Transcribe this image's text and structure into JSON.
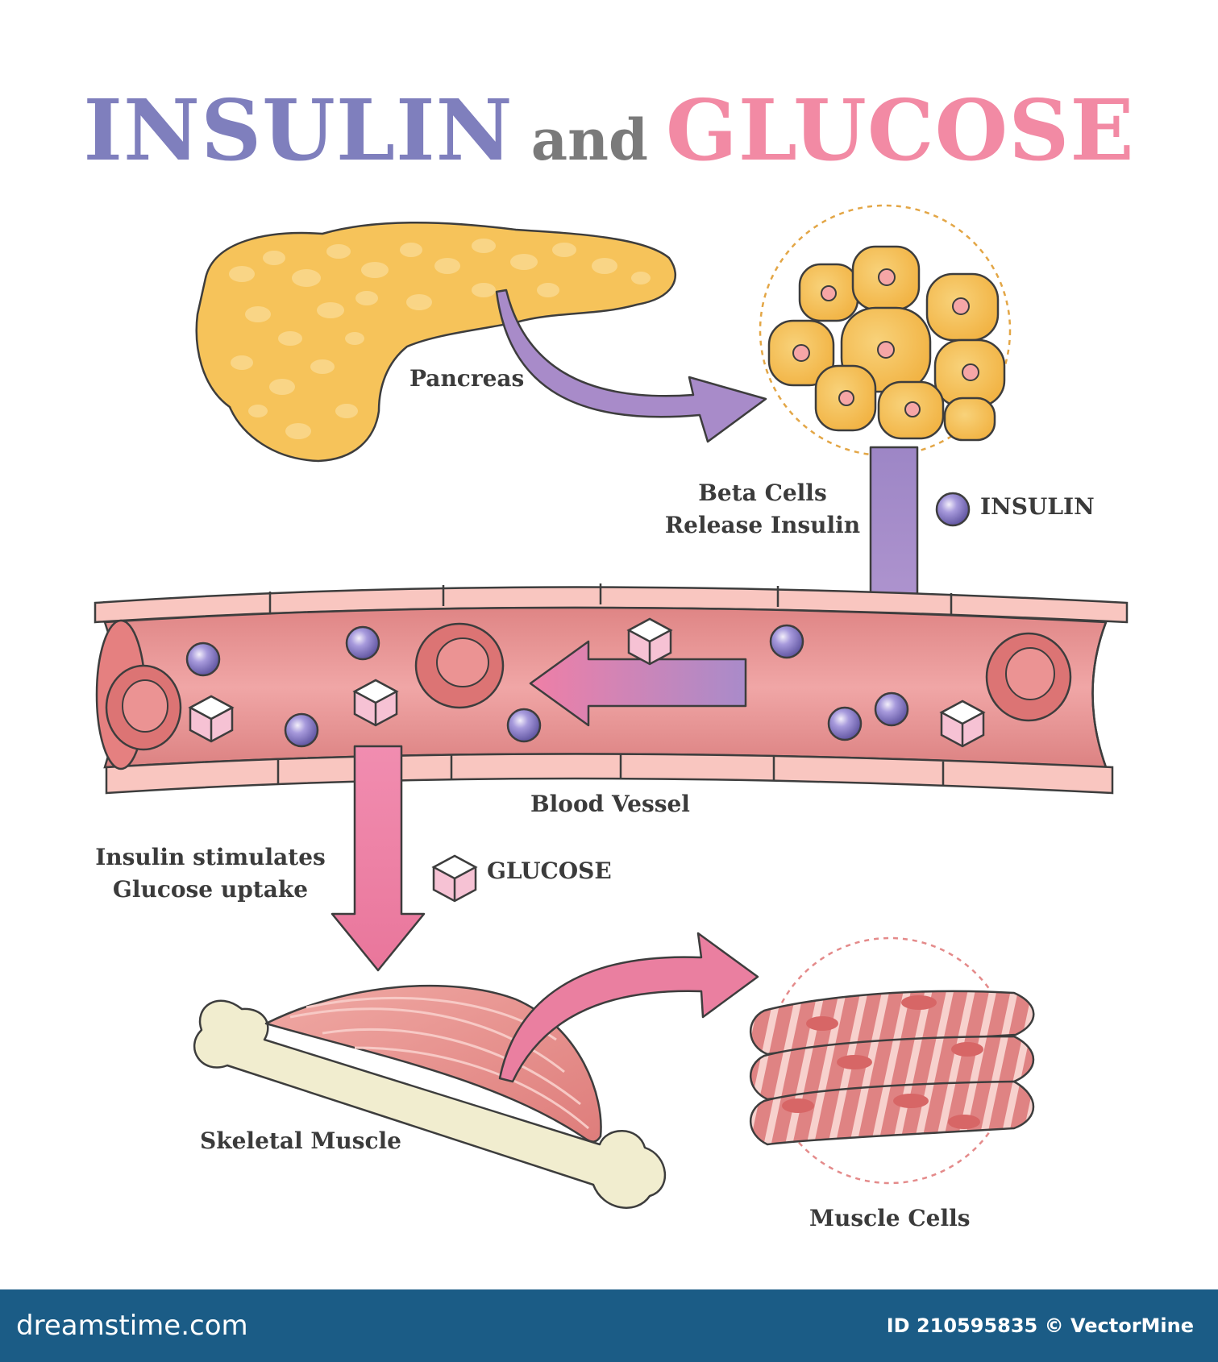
{
  "title": {
    "word1": "INSULIN",
    "word2": "and",
    "word3": "GLUCOSE"
  },
  "labels": {
    "pancreas": "Pancreas",
    "beta_cells_line1": "Beta Cells",
    "beta_cells_line2": "Release Insulin",
    "blood_vessel": "Blood Vessel",
    "stimulates_line1": "Insulin stimulates",
    "stimulates_line2": "Glucose uptake",
    "skeletal_muscle": "Skeletal Muscle",
    "muscle_cells": "Muscle Cells"
  },
  "legend": {
    "insulin": "INSULIN",
    "glucose": "GLUCOSE"
  },
  "footer": {
    "site": "dreamstime.com",
    "id_text": "ID 210595835 © VectorMine"
  },
  "colors": {
    "insulin_title": "#7f7fbd",
    "and_text": "#7a7a7a",
    "glucose_title": "#f28aa4",
    "pancreas": "#f6c35a",
    "beta_cell": "#f4bd4d",
    "purple_arrow": "#a88bc9",
    "pink_arrow": "#ea7fa0",
    "vessel_wall": "#f9c6c0",
    "vessel_lumen": "#e68f8f",
    "red_cell": "#e37c7c",
    "bone": "#f1edcf",
    "muscle": "#e89a96",
    "footer_bg": "#1b5c86"
  },
  "icons": {
    "insulin_marker": "insulin-sphere-icon",
    "glucose_marker": "glucose-cube-icon"
  }
}
